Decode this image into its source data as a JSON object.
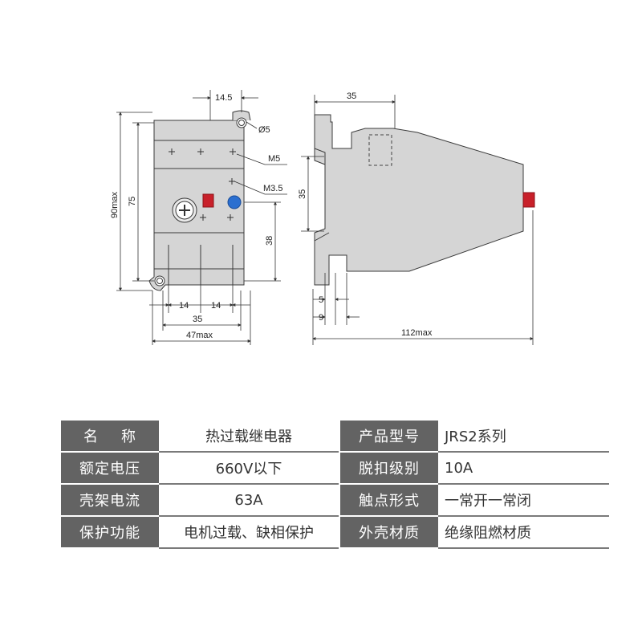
{
  "diagram": {
    "front_view": {
      "dims": {
        "top_offset": "14.5",
        "hole_dia": "Ø5",
        "screw_top": "M5",
        "screw_mid": "M3.5",
        "height_max": "90max",
        "height_inner": "75",
        "lower_height": "38",
        "pitch_left": "14",
        "pitch_right": "14",
        "mount_width": "35",
        "width_max": "47max"
      }
    },
    "side_view": {
      "dims": {
        "rail_top": "35",
        "rail_height": "35",
        "depth_small": "5",
        "depth_mid": "9",
        "depth_max": "112max"
      }
    },
    "colors": {
      "body": "#d5d5d5",
      "line": "#3a3a3a",
      "red_button": "#c8202a",
      "blue_button": "#2b6fd0"
    }
  },
  "specs": {
    "rows": [
      {
        "label_a": [
          "名",
          "称"
        ],
        "value_a": "热过载继电器",
        "label_b": "产品型号",
        "value_b": "JRS2系列"
      },
      {
        "label_a": "额定电压",
        "value_a": "660V以下",
        "label_b": "脱扣级别",
        "value_b": "10A"
      },
      {
        "label_a": "壳架电流",
        "value_a": "63A",
        "label_b": "触点形式",
        "value_b": "一常开一常闭"
      },
      {
        "label_a": "保护功能",
        "value_a": "电机过载、缺相保护",
        "label_b": "外壳材质",
        "value_b": "绝缘阻燃材质"
      }
    ]
  }
}
